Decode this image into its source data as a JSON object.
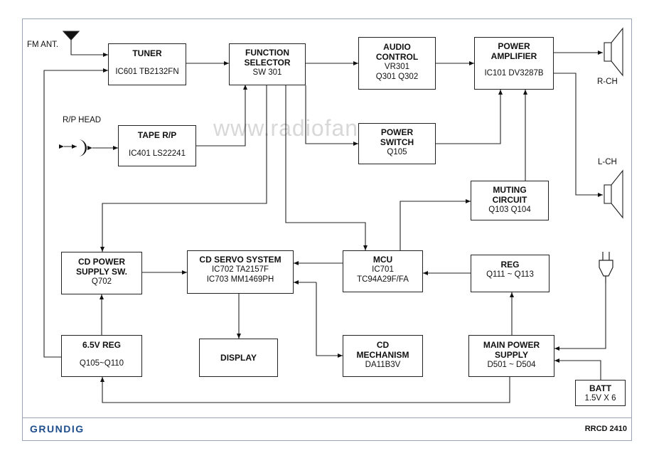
{
  "diagram": {
    "watermark": "www.radiofans.cn",
    "brand": "GRUNDIG",
    "model": "RRCD 2410",
    "labels": {
      "fm_ant": "FM ANT.",
      "rp_head": "R/P HEAD",
      "r_ch": "R-CH",
      "l_ch": "L-CH"
    },
    "blocks": {
      "tuner": {
        "title": "TUNER",
        "line1": "IC601 TB2132FN"
      },
      "function_selector": {
        "title": "FUNCTION",
        "title2": "SELECTOR",
        "line1": "SW 301"
      },
      "audio_control": {
        "title": "AUDIO",
        "title2": "CONTROL",
        "line1": "VR301",
        "line2": "Q301  Q302"
      },
      "power_amplifier": {
        "title": "POWER",
        "title2": "AMPLIFIER",
        "line1": "IC101  DV3287B"
      },
      "tape_rp": {
        "title": "TAPE R/P",
        "line1": "IC401 LS22241"
      },
      "power_switch": {
        "title": "POWER",
        "title2": "SWITCH",
        "line1": "Q105"
      },
      "muting_circuit": {
        "title": "MUTING",
        "title2": "CIRCUIT",
        "line1": "Q103  Q104"
      },
      "cd_power_supply_sw": {
        "title": "CD POWER",
        "title2": "SUPPLY SW.",
        "line1": "Q702"
      },
      "cd_servo_system": {
        "title": "CD  SERVO SYSTEM",
        "line1": "IC702 TA2157F",
        "line2": "IC703 MM1469PH"
      },
      "mcu": {
        "title": "MCU",
        "line1": "IC701",
        "line2": "TC94A29F/FA"
      },
      "reg": {
        "title": "REG",
        "line1": "Q111 ~ Q113"
      },
      "reg_6v5": {
        "title": "6.5V REG",
        "line1": "Q105~Q110"
      },
      "display": {
        "title": "DISPLAY"
      },
      "cd_mechanism": {
        "title": "CD",
        "title2": "MECHANISM",
        "line1": "DA11B3V"
      },
      "main_power_supply": {
        "title": "MAIN POWER",
        "title2": "SUPPLY",
        "line1": "D501 ~ D504"
      },
      "batt": {
        "title": "BATT",
        "line1": "1.5V X 6"
      }
    }
  }
}
